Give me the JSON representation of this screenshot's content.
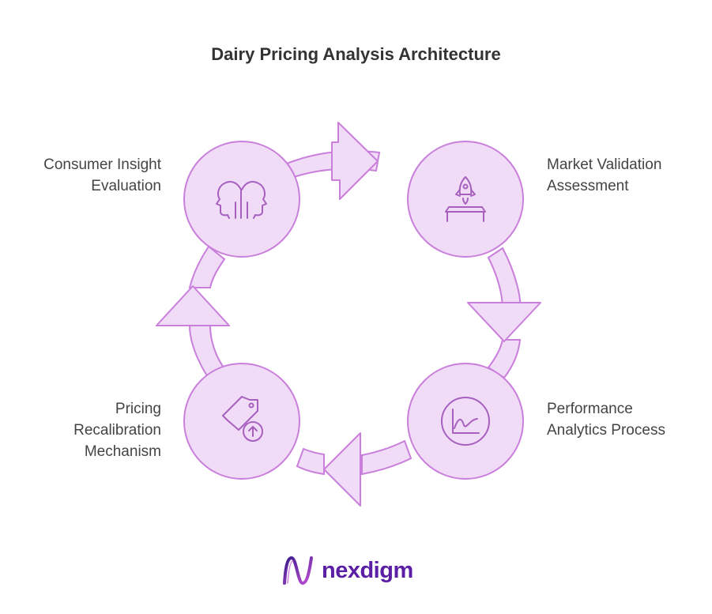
{
  "title": "Dairy Pricing Analysis Architecture",
  "colors": {
    "fill": "#f1dcf7",
    "stroke": "#c97fdb",
    "icon": "#a760bf",
    "brand": "#5b1fa6"
  },
  "nodes": [
    {
      "id": "consumer",
      "icon": "heads-icon",
      "lines": [
        "Consumer Insight",
        "Evaluation"
      ]
    },
    {
      "id": "market",
      "icon": "rocket-icon",
      "lines": [
        "Market Validation",
        "Assessment"
      ]
    },
    {
      "id": "performance",
      "icon": "chart-icon",
      "lines": [
        "Performance",
        "Analytics Process"
      ]
    },
    {
      "id": "pricing",
      "icon": "price-tag-icon",
      "lines": [
        "Pricing",
        "Recalibration",
        "Mechanism"
      ]
    }
  ],
  "brand": {
    "name": "nexdigm"
  }
}
